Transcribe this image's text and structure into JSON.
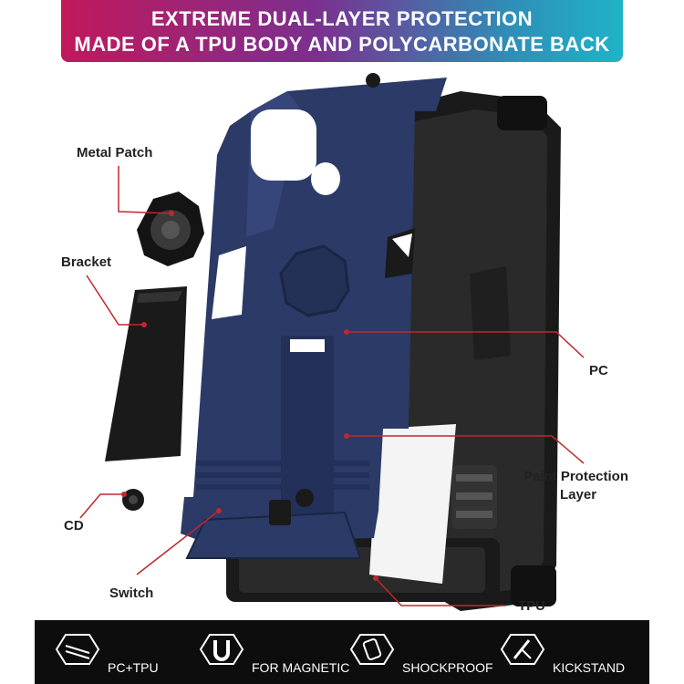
{
  "banner": {
    "line1": "EXTREME DUAL-LAYER PROTECTION",
    "line2": "MADE OF A TPU BODY AND POLYCARBONATE BACK"
  },
  "parts": {
    "metal_patch": "Metal Patch",
    "bracket": "Bracket",
    "cd": "CD",
    "switch": "Switch",
    "pc": "PC",
    "paint_line1": "Paint Protection",
    "paint_line2": "Layer",
    "tpu": "TPU"
  },
  "features": [
    {
      "label": "PC+TPU",
      "icon": "layers-icon"
    },
    {
      "label": "FOR MAGNETIC",
      "icon": "magnet-icon"
    },
    {
      "label": "SHOCKPROOF",
      "icon": "phone-shock-icon"
    },
    {
      "label": "KICKSTAND",
      "icon": "kickstand-icon"
    }
  ],
  "colors": {
    "case_blue": "#2b3a66",
    "tpu_black": "#1a1a1a",
    "callout_red": "#c0272d"
  }
}
